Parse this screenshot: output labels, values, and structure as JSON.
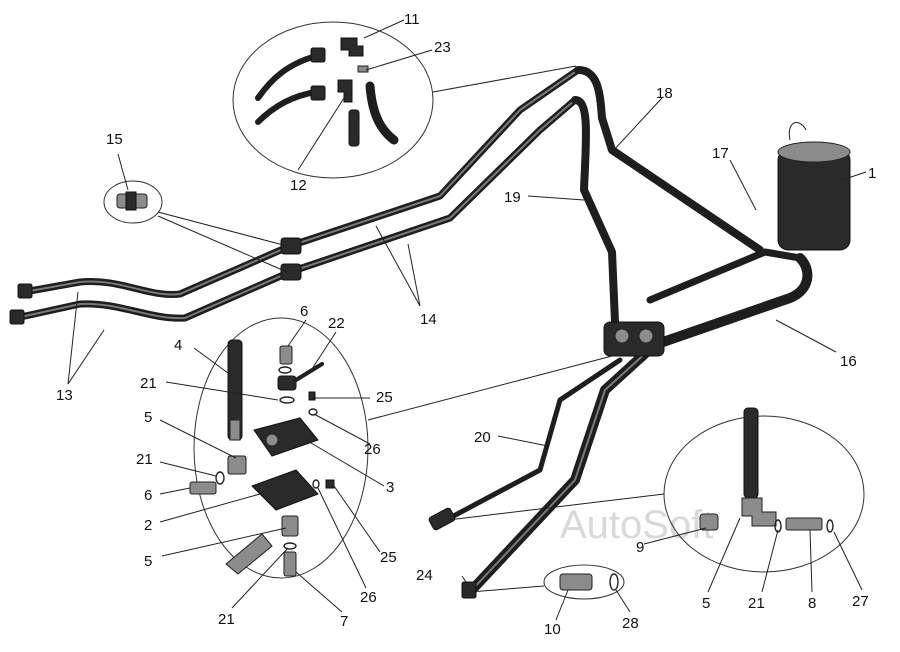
{
  "watermark": "AutoSoft",
  "callouts": {
    "c1": "1",
    "c2": "2",
    "c3": "3",
    "c4": "4",
    "c5a": "5",
    "c5b": "5",
    "c5c": "5",
    "c6a": "6",
    "c6b": "6",
    "c7": "7",
    "c8": "8",
    "c9": "9",
    "c10": "10",
    "c11": "11",
    "c12": "12",
    "c13": "13",
    "c14": "14",
    "c15": "15",
    "c16": "16",
    "c17": "17",
    "c18": "18",
    "c19": "19",
    "c20": "20",
    "c21a": "21",
    "c21b": "21",
    "c21c": "21",
    "c21d": "21",
    "c22": "22",
    "c23": "23",
    "c24": "24",
    "c25a": "25",
    "c25b": "25",
    "c26a": "26",
    "c26b": "26",
    "c27": "27",
    "c28": "28"
  }
}
